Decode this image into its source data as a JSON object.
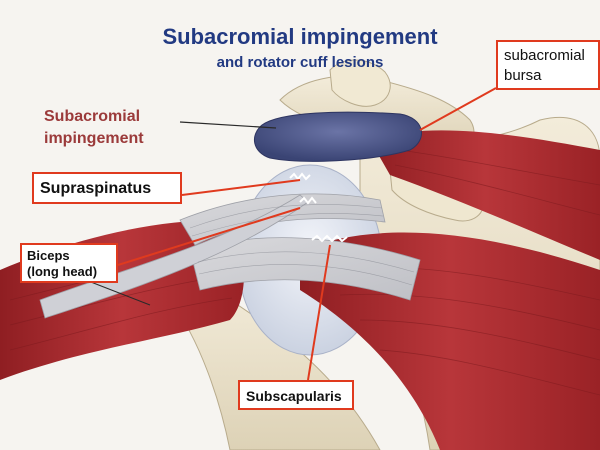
{
  "title": "Subacromial impingement",
  "subtitle": "and rotator cuff lesions",
  "labels": {
    "bursa_line1": "subacromial",
    "bursa_line2": "bursa",
    "impingement_line1": "Subacromial",
    "impingement_line2": "impingement",
    "supraspinatus": "Supraspinatus",
    "biceps_line1": "Biceps",
    "biceps_line2": "(long head)",
    "subscapularis": "Subscapularis"
  },
  "colors": {
    "title": "#223a82",
    "label_border": "#e03a1e",
    "impingement_text": "#9b3a3a",
    "muscle": "#a8252a",
    "bursa": "#4a5487",
    "bone": "#ece4cf"
  }
}
